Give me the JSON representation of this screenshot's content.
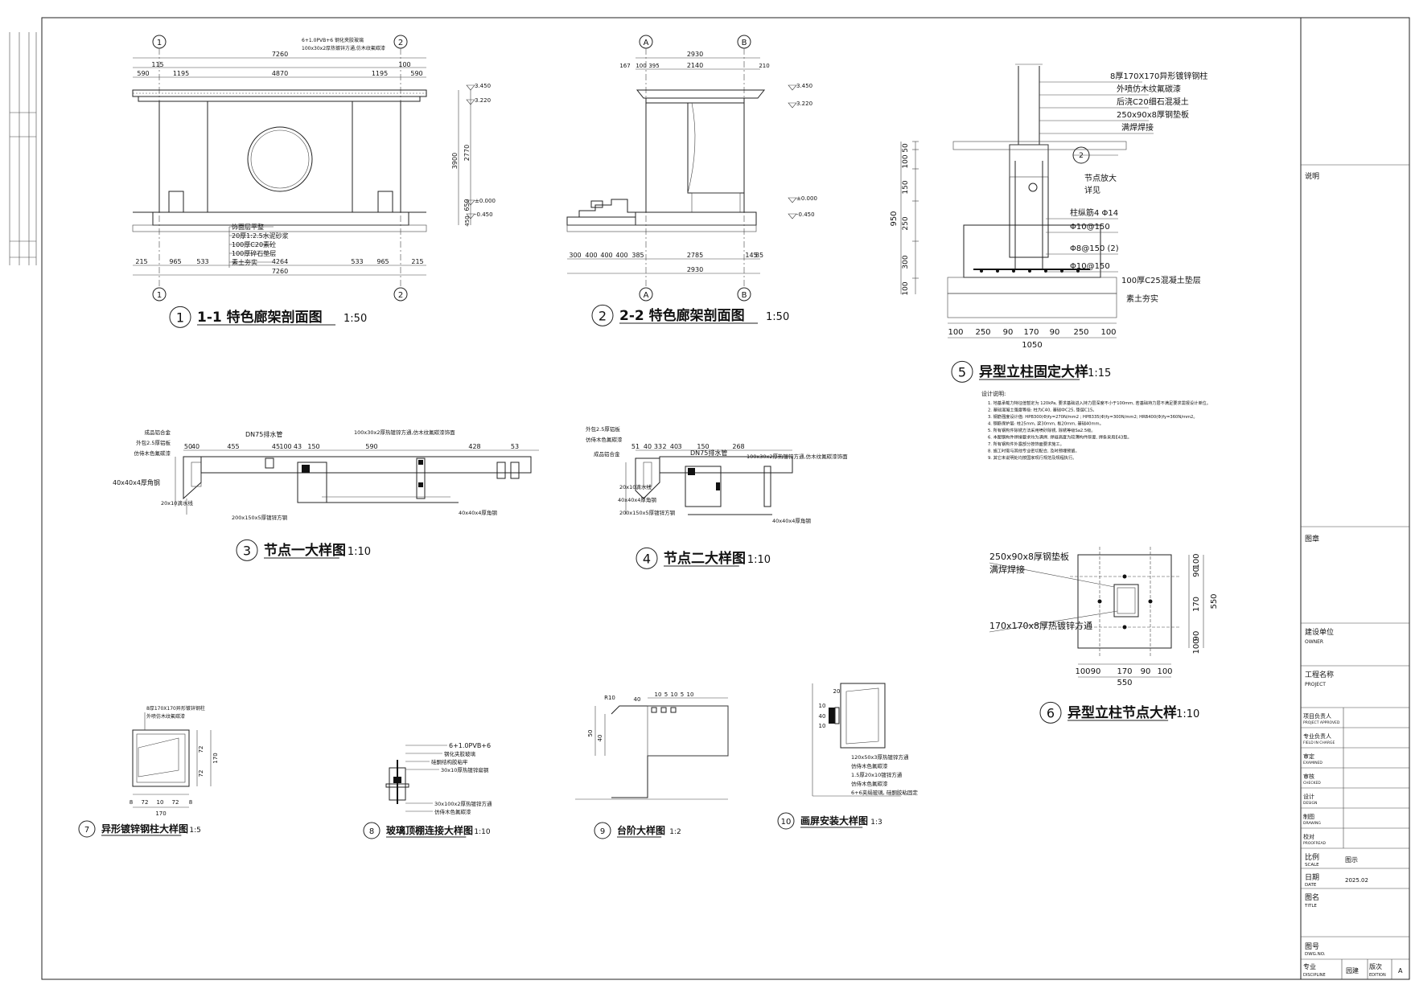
{
  "title_block": {
    "notes_label": "说明",
    "stamp_label": "图章",
    "owner_label": "建设单位",
    "owner_label_en": "OWNER",
    "project_label": "工程名称",
    "project_label_en": "PROJECT",
    "rows": [
      {
        "cn": "项目负责人",
        "en": "PROJECT APPROVED"
      },
      {
        "cn": "专业负责人",
        "en": "FIELD IN CHARGE"
      },
      {
        "cn": "审定",
        "en": "EXAMINED"
      },
      {
        "cn": "审核",
        "en": "CHECKED"
      },
      {
        "cn": "设计",
        "en": "DESIGN"
      },
      {
        "cn": "制图",
        "en": "DRAWING"
      },
      {
        "cn": "校对",
        "en": "PROOFREAD"
      }
    ],
    "scale_label": "比例",
    "scale_label_en": "SCALE",
    "scale_value": "图示",
    "date_label": "日期",
    "date_label_en": "DATE",
    "date_value": "2025.02",
    "drawing_title_label": "图名",
    "drawing_title_label_en": "TITLE",
    "drawing_no_label": "图号",
    "drawing_no_label_en": "DWG.NO.",
    "discipline_label": "专业",
    "discipline_label_en": "DISCIPLINE",
    "discipline_value": "园建",
    "edition_label": "版次",
    "edition_label_en": "EDITION",
    "edition_value": "A"
  },
  "drawings": [
    {
      "num": "1",
      "title": "1-1 特色廊架剖面图",
      "scale": "1:50"
    },
    {
      "num": "2",
      "title": "2-2 特色廊架剖面图",
      "scale": "1:50"
    },
    {
      "num": "3",
      "title": "节点一大样图",
      "scale": "1:10"
    },
    {
      "num": "4",
      "title": "节点二大样图",
      "scale": "1:10"
    },
    {
      "num": "5",
      "title": "异型立柱固定大样",
      "scale": "1:15"
    },
    {
      "num": "6",
      "title": "异型立柱节点大样",
      "scale": "1:10"
    },
    {
      "num": "7",
      "title": "异形镀锌钢柱大样图",
      "scale": "1:5"
    },
    {
      "num": "8",
      "title": "玻璃顶棚连接大样图",
      "scale": "1:10"
    },
    {
      "num": "9",
      "title": "台阶大样图",
      "scale": "1:2"
    },
    {
      "num": "10",
      "title": "画屏安装大样图",
      "scale": "1:3"
    }
  ],
  "d1": {
    "axes": [
      "1",
      "2"
    ],
    "top_dims": [
      "7260",
      "4870",
      "1195",
      "1195",
      "590",
      "590",
      "100",
      "115",
      "100"
    ],
    "bottom_dims": [
      "215",
      "965",
      "533",
      "4264",
      "533",
      "965",
      "215"
    ],
    "bottom_total": "7260",
    "elev": [
      "3.450",
      "3.220",
      "±0.000",
      "-0.450"
    ],
    "vert_dims": [
      "3900",
      "2770",
      "650",
      "450"
    ],
    "note_top": "6+1.0PVB+6 钢化夹胶玻璃",
    "note_top2": "100x30x2厚热镀锌方通,仿木纹氟碳漆",
    "layers": [
      "饰面层平整",
      "20厚1:2.5水泥砂浆",
      "100厚C20素砼",
      "100厚碎石垫层",
      "素土夯实"
    ]
  },
  "d2": {
    "axes": [
      "A",
      "B"
    ],
    "top_dims": [
      "2930",
      "2140",
      "167",
      "100",
      "395",
      "2930",
      "210"
    ],
    "bottom_dims": [
      "300",
      "400",
      "400",
      "400",
      "385",
      "2785",
      "145",
      "85"
    ],
    "bottom_total": "2930",
    "elev": [
      "3.450",
      "3.220",
      "±0.000",
      "-0.450"
    ]
  },
  "d3": {
    "labels": [
      "成品铝合金",
      "外包2.5厚铝板",
      "仿侍木色氟碳漆",
      "DN75排水管",
      "100x30x2厚热镀锌方通,仿木纹氟碳漆饰面",
      "40x40x4厚角钢",
      "20x10滴水线",
      "200x150x5厚镀锌方钢",
      "40x40x4厚角钢"
    ],
    "dims": [
      "50",
      "40",
      "455",
      "45",
      "100",
      "43",
      "150",
      "590",
      "428",
      "53"
    ]
  },
  "d4": {
    "labels": [
      "外包2.5厚铝板",
      "仿侍木色氟碳漆",
      "成品铝合金",
      "DN75排水管",
      "100x30x2厚热镀锌方通,仿木纹氟碳漆饰面",
      "20x10滴水线",
      "40x40x4厚角钢",
      "200x150x5厚镀锌方钢",
      "40x40x4厚角钢"
    ],
    "dims": [
      "51",
      "40",
      "33",
      "2",
      "40",
      "3",
      "150",
      "268"
    ]
  },
  "d5": {
    "labels": [
      "8厚170X170异形镀锌钢柱",
      "外喷仿木纹氟碳漆",
      "后浇C20细石混凝土",
      "250x90x8厚钢垫板",
      "满焊焊接",
      "节点放大",
      "详见",
      "柱纵筋4 Φ14",
      "Φ10@150",
      "Φ8@150 (2)",
      "Φ10@150",
      "100厚C25混凝土垫层",
      "素土夯实"
    ],
    "callout": "2",
    "vert_dims": [
      "50",
      "100",
      "150",
      "250",
      "300",
      "100"
    ],
    "vert_total": "950",
    "bottom_dims": [
      "100",
      "250",
      "90",
      "170",
      "90",
      "250",
      "100"
    ],
    "bottom_total": "1050",
    "notes_title": "设计说明:",
    "notes": [
      "1. 地基承载力特征值暂定为 120kPa, 要求基础进入持力层深度不小于100mm, 若基础持力层不满足要求需报设计单位。",
      "2. 基础混凝土强度等级: 柱为C40, 基础中C25, 垫层C15。",
      "3. 钢筋强度设计值: HPB300(Φ)fy=270N/mm2 ; HPB335(Φ)fy=300N/mm2; HRB400(Φ)fy=360N/mm2。",
      "4. 钢筋保护层: 柱25mm, 梁30mm, 板20mm, 基础40mm。",
      "5. 所有钢构件除锈方法采用喷砂除锈, 除锈等级Sa2.5级。",
      "6. 本图钢构件焊接要求均为满焊, 焊缝高度为较薄构件厚度, 焊条采用E43型。",
      "7. 所有钢构件外露部分按饰面要求施工。",
      "8. 施工时需与其他专业密切配合, 及时预埋预留。",
      "9. 其它未说明处均按国家现行规范及规程执行。"
    ]
  },
  "d6": {
    "labels": [
      "250x90x8厚钢垫板",
      "满焊焊接",
      "170x170x8厚热镀锌方通"
    ],
    "right_dims": [
      "100",
      "90",
      "170",
      "90",
      "100"
    ],
    "right_total": "550",
    "bottom_dims": [
      "100",
      "90",
      "170",
      "90",
      "100"
    ],
    "bottom_total": "550"
  },
  "d7": {
    "labels": [
      "8厚170X170异形镀锌钢柱",
      "外喷仿木纹氟碳漆"
    ],
    "dims_right": [
      "72",
      "72",
      "170"
    ],
    "dims_bottom": [
      "8",
      "72",
      "10",
      "72",
      "8"
    ],
    "total": "170"
  },
  "d8": {
    "labels": [
      "6+1.0PVB+6",
      "钢化夹胶玻璃",
      "硅酮结构胶粘牢",
      "30x10厚热镀锌扁钢",
      "30x100x2厚热镀锌方通",
      "仿侍木色氟碳漆"
    ]
  },
  "d9": {
    "dims": [
      "40",
      "10",
      "5",
      "10",
      "5",
      "10",
      "50",
      "40",
      "R10"
    ]
  },
  "d10": {
    "labels": [
      "120x50x3厚热镀锌方通",
      "仿侍木色氟碳漆",
      "1.5厚20x10镀锌方通",
      "仿侍木色氟碳漆",
      "6+6夹绢玻璃, 硅酮胶粘固定"
    ],
    "dims": [
      "20",
      "10",
      "40",
      "10"
    ]
  }
}
